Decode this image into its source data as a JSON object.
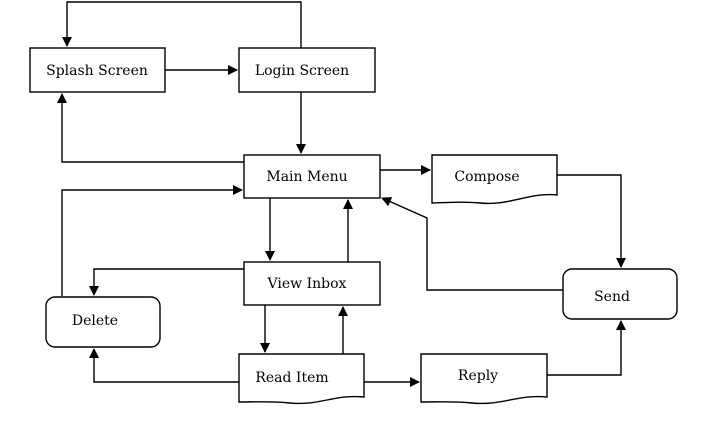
{
  "diagram": {
    "nodes": {
      "splash": "Splash Screen",
      "login": "Login Screen",
      "main_menu": "Main Menu",
      "compose": "Compose",
      "view_inbox": "View Inbox",
      "delete": "Delete",
      "send": "Send",
      "read_item": "Read Item",
      "reply": "Reply"
    }
  }
}
